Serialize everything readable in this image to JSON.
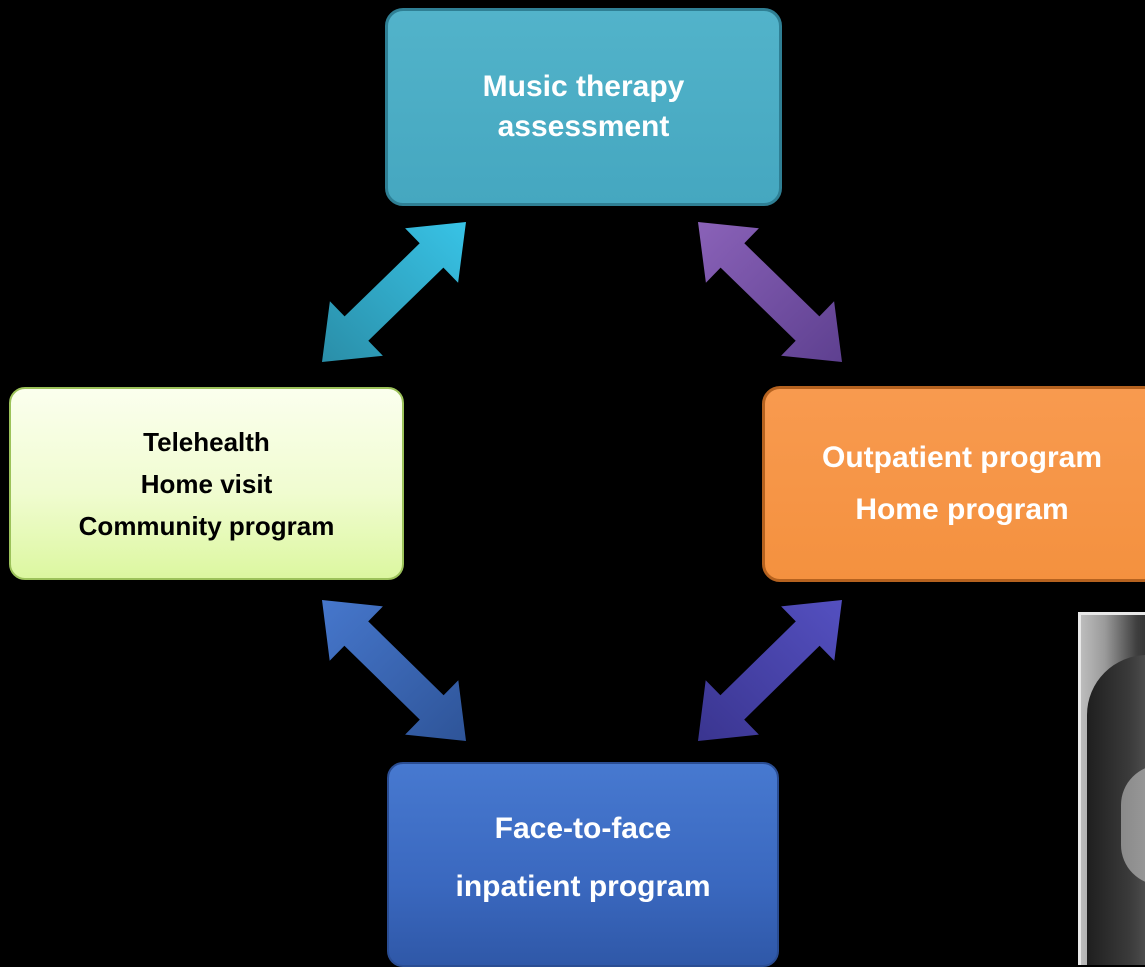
{
  "diagram": {
    "nodes": {
      "top": {
        "lines": [
          "Music therapy",
          "assessment"
        ],
        "color": "#4bacc6"
      },
      "left": {
        "lines": [
          "Telehealth",
          "Home visit",
          "Community program"
        ],
        "color": "#ebf9c2"
      },
      "right": {
        "lines": [
          "Outpatient program",
          "Home program"
        ],
        "color": "#f79646"
      },
      "bottom": {
        "lines": [
          "Face-to-face",
          "inpatient program"
        ],
        "color": "#3f6fc6"
      }
    },
    "edges": [
      {
        "from": "left",
        "to": "top",
        "direction": "bidirectional",
        "color": "#30b6d6"
      },
      {
        "from": "top",
        "to": "right",
        "direction": "bidirectional",
        "color": "#7a58a8"
      },
      {
        "from": "left",
        "to": "bottom",
        "direction": "bidirectional",
        "color": "#3b6cc0"
      },
      {
        "from": "right",
        "to": "bottom",
        "direction": "bidirectional",
        "color": "#4a46a8"
      }
    ]
  },
  "photo": {
    "icon": "person-photo",
    "style": "grayscale"
  }
}
